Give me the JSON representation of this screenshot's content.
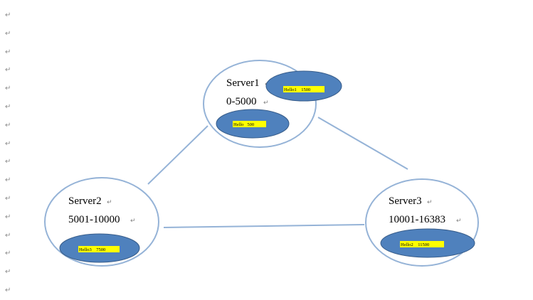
{
  "paragraph_mark": "↵",
  "paragraph_mark_count": 16,
  "colors": {
    "server_outline": "#95b3d7",
    "link_line": "#95b3d7",
    "hello_fill": "#4f81bd",
    "highlight": "#ffff00"
  },
  "servers": [
    {
      "name": "Server1",
      "range": "0-5000"
    },
    {
      "name": "Server2",
      "range": "5001-10000"
    },
    {
      "name": "Server3",
      "range": "10001-16383"
    }
  ],
  "hellos": [
    {
      "label": "Hello   500"
    },
    {
      "label": "Hello1    1500"
    },
    {
      "label": "Hello3    7500"
    },
    {
      "label": "Hello2    11500"
    }
  ],
  "links": [
    {
      "from": "Server1",
      "to": "Server2"
    },
    {
      "from": "Server1",
      "to": "Server3"
    },
    {
      "from": "Server2",
      "to": "Server3"
    }
  ]
}
